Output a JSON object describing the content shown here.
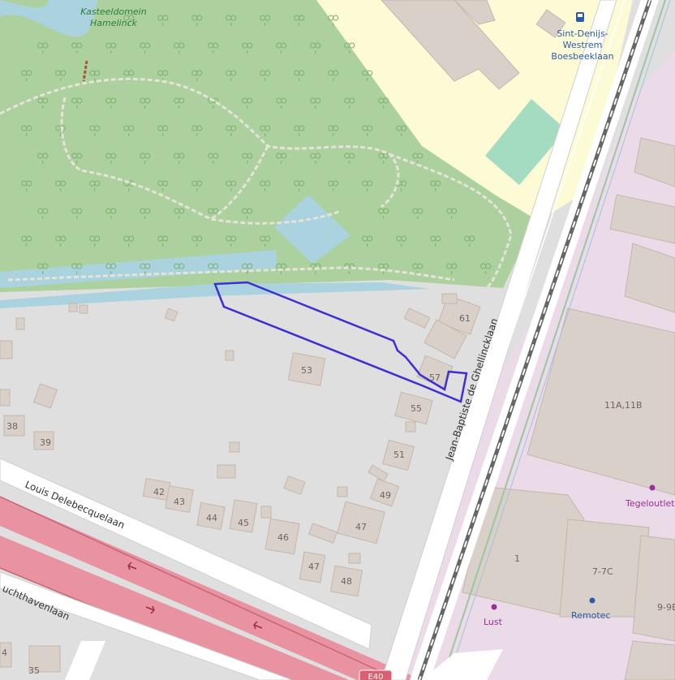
{
  "map": {
    "park_name_line1": "Kasteeldomein",
    "park_name_line2": "Hamelinck",
    "stop_name": [
      "Sint-Denijs-",
      "Westrem",
      "Boesbeeklaan"
    ],
    "streets": {
      "delebecque": "Louis Delebecquelaan",
      "ghellinck": "Jean-Baptiste de Ghellincklaan",
      "luchthaven": "uchthavenlaan"
    },
    "house_numbers": [
      "61",
      "53",
      "57",
      "55",
      "51",
      "49",
      "47",
      "46",
      "45",
      "44",
      "43",
      "42",
      "39",
      "38",
      "47",
      "48",
      "35",
      "4"
    ],
    "industrial_numbers": [
      "11A,11B",
      "1",
      "7-7C",
      "9-9B"
    ],
    "pois": [
      "Tegeloutlet",
      "Remotec",
      "Lust"
    ],
    "road_ref": "E40",
    "colors": {
      "park": "#add19e",
      "water": "#aad3df",
      "residential": "#e0dfdf",
      "industrial": "#ebdbe8",
      "building": "#d9d0c9",
      "motorway": "#e892a2",
      "outline": "#3c2fd6",
      "yellow": "#fdfbd5"
    }
  }
}
